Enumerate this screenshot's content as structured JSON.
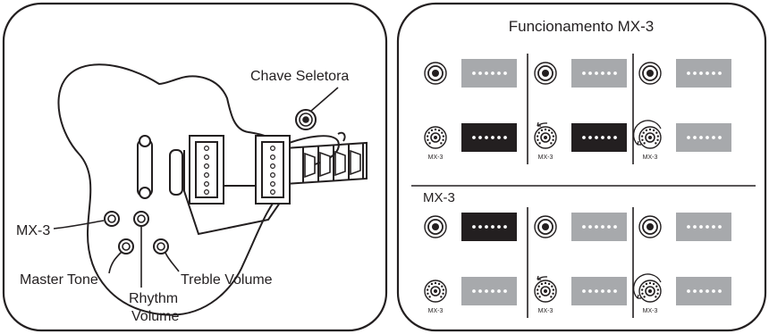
{
  "guitar_panel": {
    "labels": {
      "selector": "Chave Seletora",
      "mx3": "MX-3",
      "master_tone": "Master Tone",
      "rhythm_volume_line1": "Rhythm",
      "rhythm_volume_line2": "Volume",
      "treble_volume": "Treble Volume"
    }
  },
  "mx3_panel": {
    "title": "Funcionamento MX-3",
    "section2_title": "MX-3",
    "knob_label": "MX-3",
    "colors": {
      "pickup_active": "#231f20",
      "pickup_inactive": "#a7a9ac",
      "line": "#231f20"
    },
    "sections": [
      {
        "columns": [
          {
            "switch_pickup": "inactive",
            "mx3_pickup": "active",
            "mx3_rotation": "none"
          },
          {
            "switch_pickup": "inactive",
            "mx3_pickup": "active",
            "mx3_rotation": "counterclockwise"
          },
          {
            "switch_pickup": "inactive",
            "mx3_pickup": "inactive",
            "mx3_rotation": "full-counterclockwise"
          }
        ]
      },
      {
        "columns": [
          {
            "switch_pickup": "active",
            "mx3_pickup": "inactive",
            "mx3_rotation": "none"
          },
          {
            "switch_pickup": "inactive",
            "mx3_pickup": "inactive",
            "mx3_rotation": "counterclockwise"
          },
          {
            "switch_pickup": "inactive",
            "mx3_pickup": "inactive",
            "mx3_rotation": "full-counterclockwise"
          }
        ]
      }
    ]
  }
}
